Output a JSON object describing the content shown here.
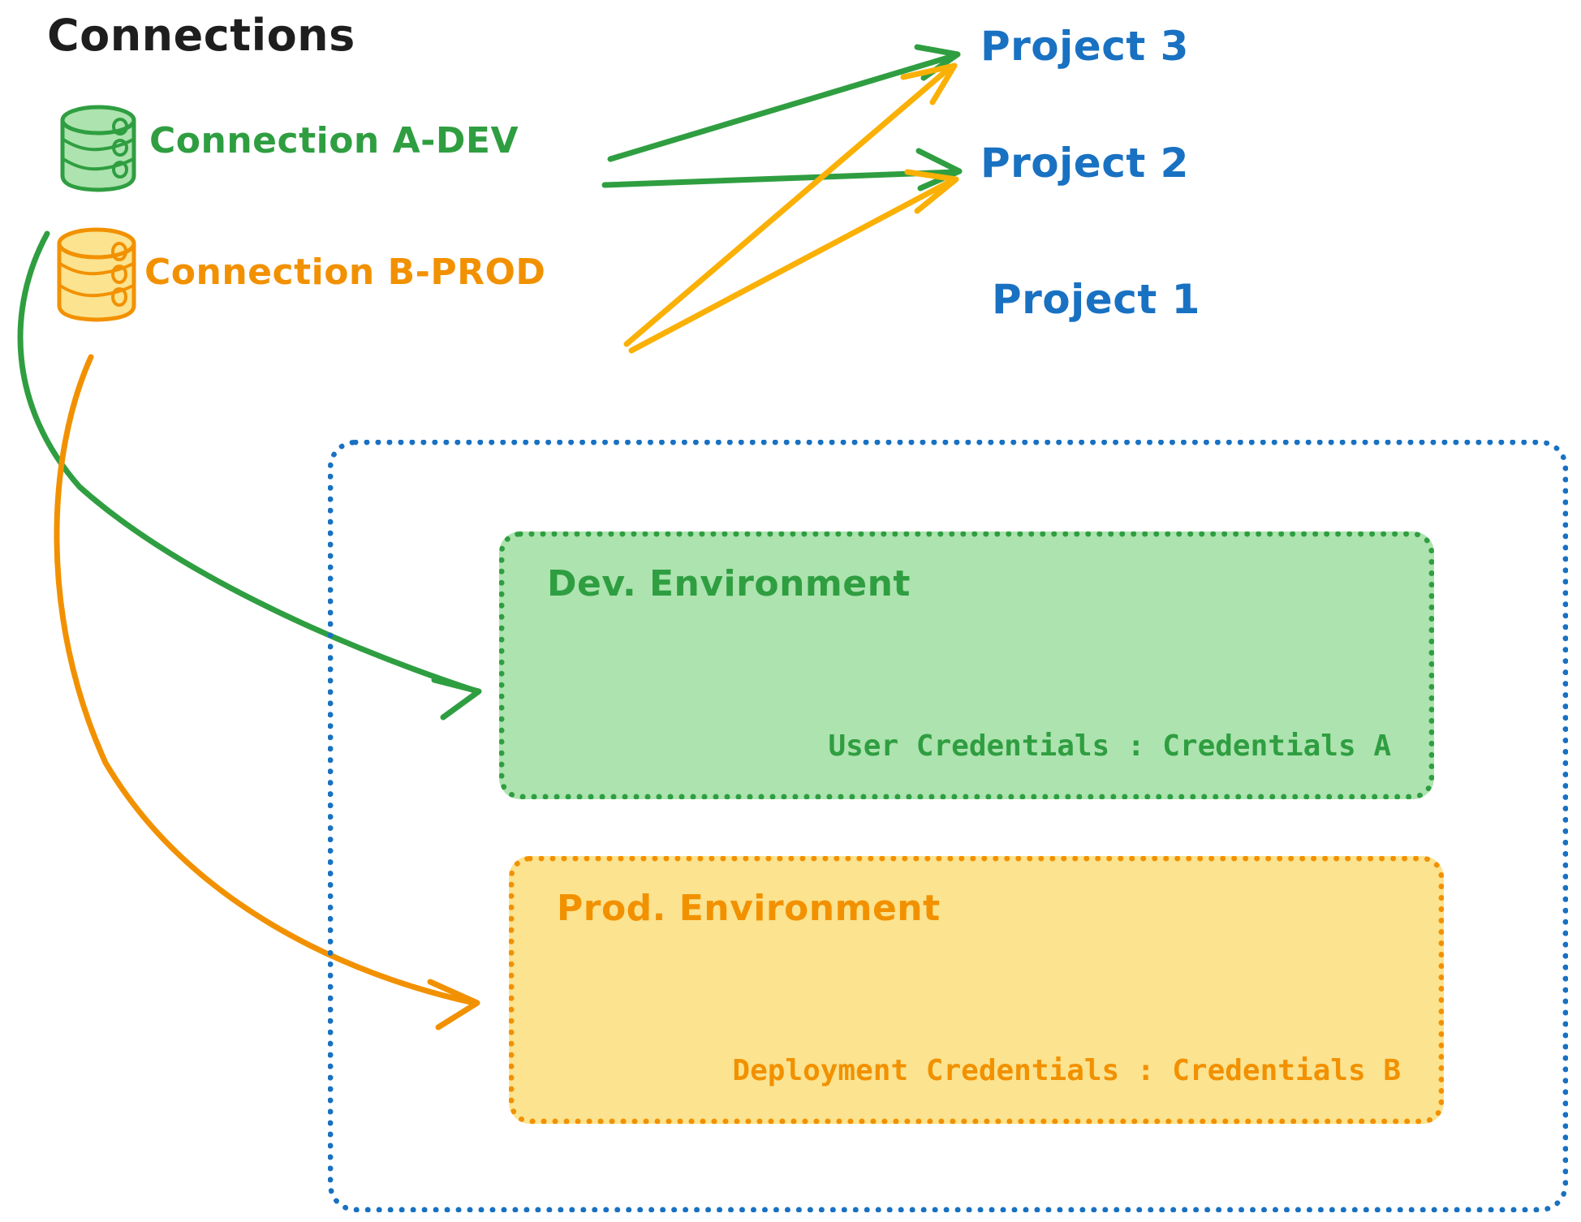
{
  "title": "Connections",
  "colors": {
    "green_stroke": "#2f9e41",
    "green_fill": "#ace3ae",
    "orange_stroke": "#f29100",
    "orange_fill": "#fbe38f",
    "blue": "#1971c2",
    "title_black": "#1e1e1e"
  },
  "connections": [
    {
      "id": "connection-a-dev",
      "label": "Connection A-DEV",
      "icon": "database-cylinder-icon",
      "color": "#2f9e41",
      "targets": [
        "Project 3",
        "Project 2",
        "Dev. Environment"
      ]
    },
    {
      "id": "connection-b-prod",
      "label": "Connection B-PROD",
      "icon": "database-cylinder-icon",
      "color": "#f29100",
      "targets": [
        "Project 3",
        "Project 2",
        "Prod. Environment"
      ]
    }
  ],
  "projects": [
    {
      "id": "project-3",
      "label": "Project 3"
    },
    {
      "id": "project-2",
      "label": "Project 2"
    },
    {
      "id": "project-1",
      "label": "Project 1"
    }
  ],
  "project1": {
    "label": "Project 1",
    "environments": [
      {
        "id": "dev-environment",
        "title": "Dev. Environment",
        "credentials_label": "User Credentials",
        "credentials_value": "Credentials A",
        "credentials_text": "User Credentials : Credentials A",
        "color": "#2f9e41",
        "fill": "#ace3ae"
      },
      {
        "id": "prod-environment",
        "title": "Prod. Environment",
        "credentials_label": "Deployment Credentials",
        "credentials_value": "Credentials B",
        "credentials_text": "Deployment Credentials : Credentials B",
        "color": "#f29100",
        "fill": "#fbe38f"
      }
    ]
  }
}
